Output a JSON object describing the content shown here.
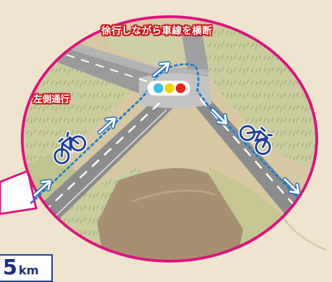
{
  "labels": {
    "crossing_note": "徐行しながら車線を横断",
    "left_side_note": "左側通行"
  },
  "distance": {
    "value": "5",
    "unit": "km"
  },
  "traffic_signal": {
    "lights": [
      "#38c0e8",
      "#f2d600",
      "#e5221b"
    ]
  },
  "colors": {
    "frame": "#e0117f",
    "route": "#1c7fd1",
    "label_fill": "#d0111b"
  },
  "icons": [
    "bicycle-icon",
    "direction-arrow-icon",
    "traffic-signal-icon"
  ]
}
